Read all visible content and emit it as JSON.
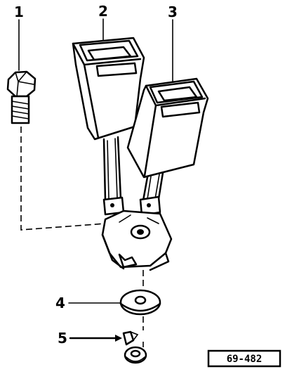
{
  "diagram": {
    "callouts": [
      {
        "id": "1",
        "label": "1"
      },
      {
        "id": "2",
        "label": "2"
      },
      {
        "id": "3",
        "label": "3"
      },
      {
        "id": "4",
        "label": "4"
      },
      {
        "id": "5",
        "label": "5"
      }
    ],
    "reference_code": "69-482"
  }
}
